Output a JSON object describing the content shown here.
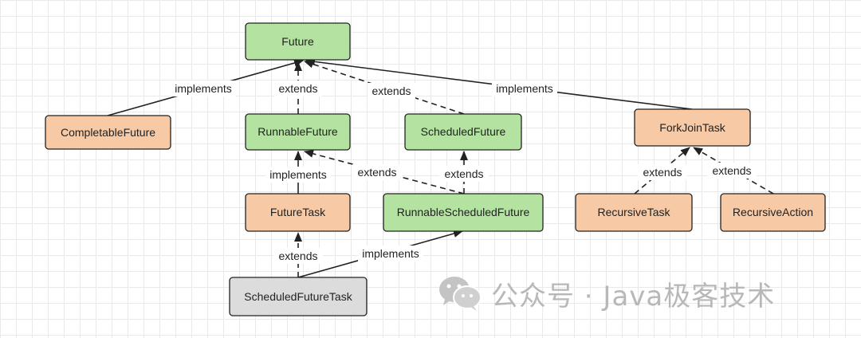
{
  "colors": {
    "interface_fill": "#b4e3a1",
    "class_fill": "#f7c9a4",
    "neutral_fill": "#dcdcdc",
    "stroke": "#222222"
  },
  "nodes": {
    "future": "Future",
    "completable_future": "CompletableFuture",
    "runnable_future": "RunnableFuture",
    "scheduled_future": "ScheduledFuture",
    "fork_join_task": "ForkJoinTask",
    "future_task": "FutureTask",
    "runnable_scheduled_future": "RunnableScheduledFuture",
    "recursive_task": "RecursiveTask",
    "recursive_action": "RecursiveAction",
    "scheduled_future_task": "ScheduledFutureTask"
  },
  "edges": {
    "completable_future_to_future": "implements",
    "runnable_future_to_future": "extends",
    "scheduled_future_to_future": "extends",
    "fork_join_task_to_future": "implements",
    "future_task_to_runnable_future": "implements",
    "runnable_scheduled_future_to_runnable_future": "extends",
    "runnable_scheduled_future_to_scheduled_future": "extends",
    "recursive_task_to_fork_join_task": "extends",
    "recursive_action_to_fork_join_task": "extends",
    "scheduled_future_task_to_future_task": "extends",
    "scheduled_future_task_to_runnable_scheduled_future": "implements"
  },
  "watermark": {
    "text": "公众号 · Java极客技术",
    "icon": "wechat-icon"
  }
}
